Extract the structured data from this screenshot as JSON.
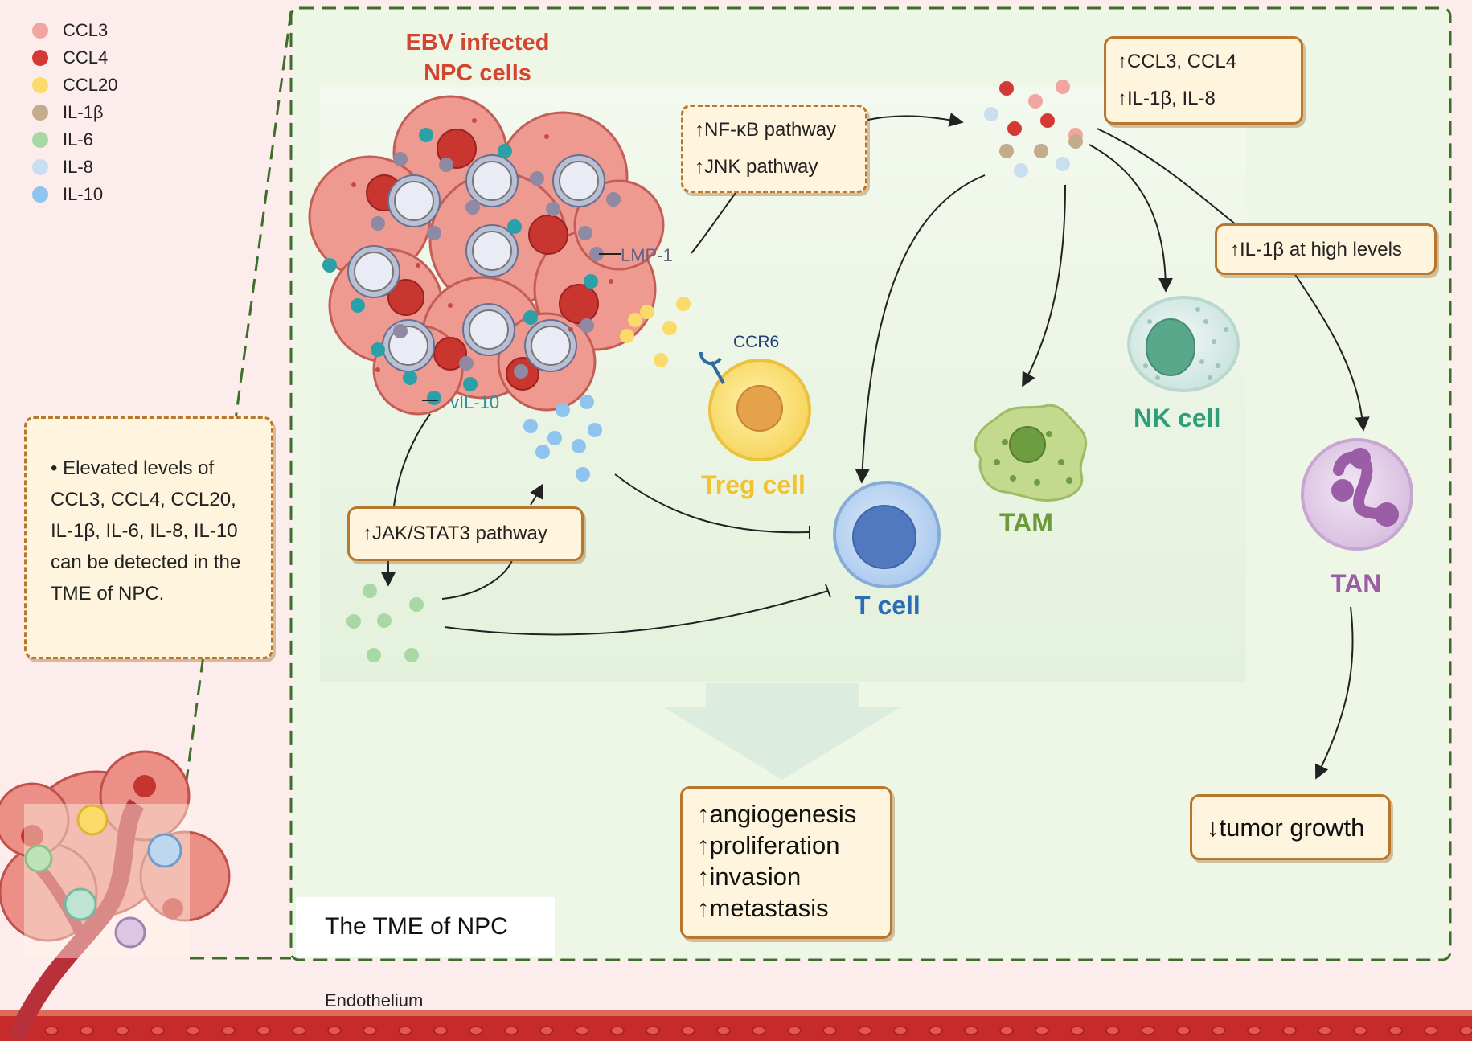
{
  "legend": [
    {
      "label": "CCL3",
      "color": "#f2a5a0"
    },
    {
      "label": "CCL4",
      "color": "#d43a35"
    },
    {
      "label": "CCL20",
      "color": "#fadb6a"
    },
    {
      "label": "IL-1β",
      "color": "#c4ab8c"
    },
    {
      "label": "IL-6",
      "color": "#a8d8a4"
    },
    {
      "label": "IL-8",
      "color": "#c9dff0"
    },
    {
      "label": "IL-10",
      "color": "#8fc4ee"
    }
  ],
  "tumor": {
    "title_line1": "EBV infected",
    "title_line2": "NPC cells",
    "lmp1": "LMP-1",
    "vil10": "vIL-10"
  },
  "pathways": {
    "nfkb": "↑NF-κB pathway",
    "jnk": "↑JNK pathway",
    "jak": "↑JAK/STAT3 pathway"
  },
  "cytokines_box": {
    "line1": "↑CCL3, CCL4",
    "line2": "↑IL-1β, IL-8"
  },
  "il1b_box": "↑IL-1β at high levels",
  "cells": {
    "treg": "Treg cell",
    "ccr6": "CCR6",
    "tcell": "T cell",
    "tam": "TAM",
    "nk": "NK cell",
    "tan": "TAN"
  },
  "outcomes": [
    "↑angiogenesis",
    "↑proliferation",
    "↑invasion",
    "↑metastasis"
  ],
  "tumor_growth": "↓tumor growth",
  "tme_label": "The TME of NPC",
  "note": {
    "lines": [
      "• Elevated levels of",
      "CCL3, CCL4, CCL20,",
      "IL-1β, IL-6, IL-8, IL-10",
      "can be detected in the",
      "TME of NPC."
    ]
  },
  "endothelium": "Endothelium",
  "colors": {
    "tumor_title": "#d4452f",
    "treg": "#f2c233",
    "tcell": "#2a6db5",
    "tam": "#6c9a38",
    "nk": "#2e9e78",
    "tan": "#9b5ea6",
    "panel": "#eef6e6",
    "panel_border": "#3f6d2c"
  }
}
